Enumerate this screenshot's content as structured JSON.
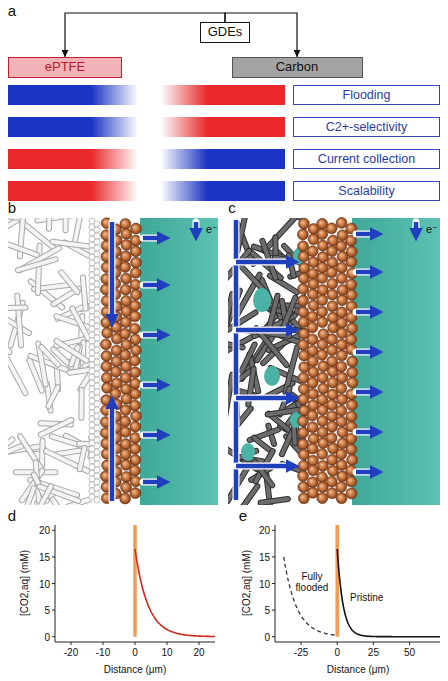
{
  "diagram": {
    "nodes": [
      {
        "text": [
          "GDEs"
        ]
      },
      {
        "text": [
          "ePTFE"
        ]
      },
      {
        "text": [
          "Carbon"
        ]
      },
      {
        "text": [
          "Flooding"
        ]
      },
      {
        "text": [
          "C2+-selectivity"
        ]
      },
      {
        "text": [
          "Current collection"
        ]
      },
      {
        "text": [
          "Scalability"
        ]
      }
    ],
    "edges": [
      {
        "from": 0,
        "to": 1,
        "arrow": "to"
      },
      {
        "from": 0,
        "to": 2,
        "arrow": "to"
      }
    ],
    "labels": [
      "a",
      "b",
      "c",
      "d",
      "e",
      "e⁻",
      "e⁻",
      "[CO2,aq] (mM)",
      "Distance (μm)",
      "20",
      "15",
      "10",
      "5",
      "0",
      "-20",
      "-10",
      "0",
      "10",
      "20",
      "[CO2,aq] (mM)",
      "Distance (μm)",
      "20",
      "15",
      "10",
      "5",
      "0",
      "-25",
      "0",
      "25",
      "50",
      "Fully flooded",
      "Pristine"
    ]
  }
}
